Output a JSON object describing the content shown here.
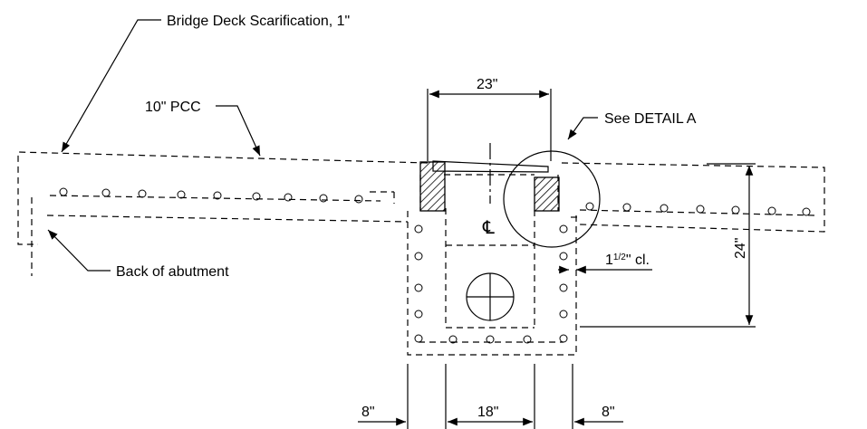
{
  "labels": {
    "scarification": "Bridge Deck Scarification, 1\"",
    "pcc": "10\" PCC",
    "see_detail": "See DETAIL A",
    "back_abutment": "Back of abutment",
    "clear_cover_whole": "1",
    "clear_cover_frac": "1/2",
    "clear_cover_unit": "\" cl.",
    "centerline": "℄"
  },
  "dimensions": {
    "top_width": "23\"",
    "depth": "24\"",
    "left_offset": "8\"",
    "bottom_width": "18\"",
    "right_offset": "8\""
  }
}
